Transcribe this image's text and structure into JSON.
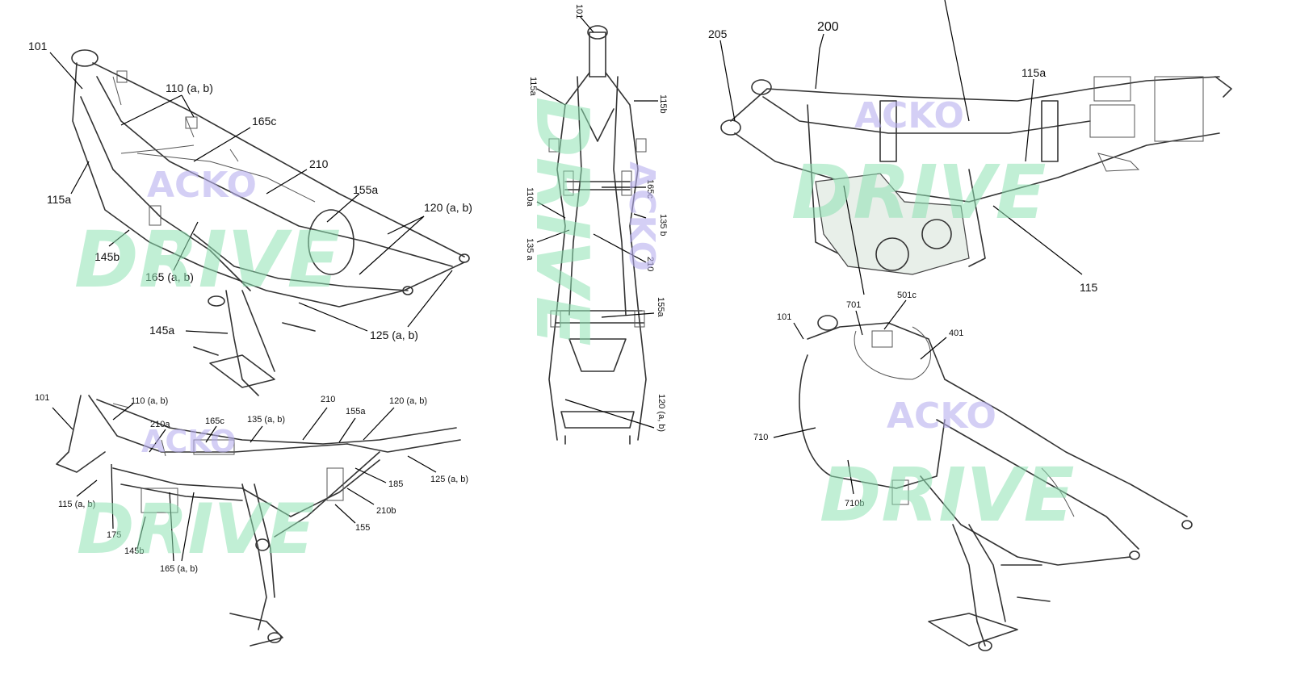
{
  "watermark": {
    "top": "ACKO",
    "bottom": "DRIVE",
    "colors": {
      "top": "#b8b0ef",
      "bottom": "#8fe2b3"
    }
  },
  "diagram": {
    "view1": {
      "labels": [
        "101",
        "110 (a, b)",
        "165c",
        "210",
        "115a",
        "155a",
        "120 (a, b)",
        "145b",
        "165 (a, b)",
        "145a",
        "125 (a, b)"
      ]
    },
    "view2": {
      "labels": [
        "101",
        "110 (a, b)",
        "210a",
        "165c",
        "135 (a, b)",
        "210",
        "155a",
        "120 (a, b)",
        "125 (a, b)",
        "185",
        "210b",
        "155",
        "115 (a, b)",
        "175",
        "145b",
        "165 (a, b)"
      ]
    },
    "view3": {
      "labels": [
        "101",
        "115a",
        "115b",
        "165c",
        "110a",
        "135 b",
        "135 a",
        "210",
        "155a",
        "120 (a, b)"
      ]
    },
    "view4": {
      "labels": [
        "205",
        "200",
        "115a",
        "115"
      ]
    },
    "view5": {
      "labels": [
        "101",
        "701",
        "501c",
        "401",
        "710",
        "710b"
      ]
    }
  }
}
